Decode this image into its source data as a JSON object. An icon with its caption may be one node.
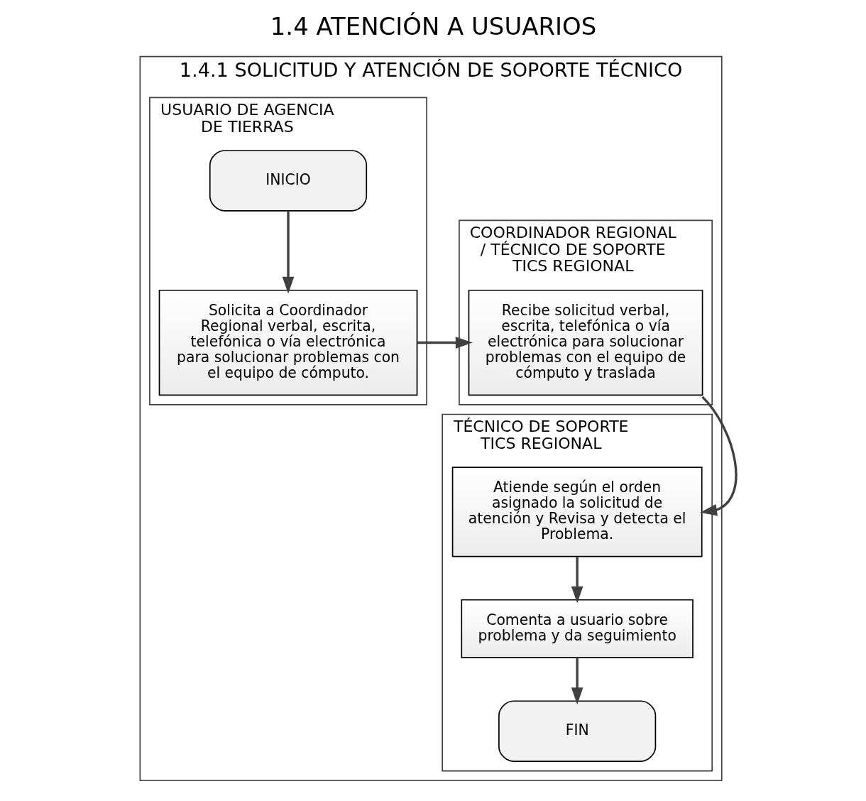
{
  "diagram": {
    "title": "1.4 ATENCIÓN A USUARIOS",
    "nodes": [
      {
        "text": [
          "1.4.1 SOLICITUD Y ATENCIÓN DE SOPORTE TÉCNICO"
        ]
      },
      {
        "text": [
          "USUARIO DE AGENCIA DE TIERRAS"
        ],
        "in": 0
      },
      {
        "text": [
          "COORDINADOR REGIONAL / TÉCNICO DE SOPORTE TICS REGIONAL"
        ],
        "in": 0
      },
      {
        "text": [
          "TÉCNICO DE SOPORTE TICS REGIONAL"
        ],
        "in": 0
      },
      {
        "text": [
          "INICIO"
        ],
        "in": 1
      },
      {
        "text": [
          "Solicita a Coordinador Regional verbal, escrita, telefónica o vía electrónica para solucionar problemas con el equipo de cómputo."
        ],
        "in": 1
      },
      {
        "text": [
          "Recibe solicitud verbal, escrita, telefónica o vía electrónica para solucionar problemas con el equipo de cómputo y traslada"
        ],
        "in": 2
      },
      {
        "text": [
          "Atiende según el orden asignado la solicitud de atención y Revisa y detecta el Problema."
        ],
        "in": 3
      },
      {
        "text": [
          "Comenta a usuario sobre problema y da seguimiento"
        ],
        "in": 3
      },
      {
        "text": [
          "FIN"
        ],
        "in": 3
      }
    ],
    "edges": [
      {
        "from": 4,
        "to": 5,
        "arrow": "to"
      },
      {
        "from": 5,
        "to": 6,
        "arrow": "to"
      },
      {
        "from": 6,
        "to": 7,
        "arrow": "to"
      },
      {
        "from": 7,
        "to": 8,
        "arrow": "to"
      },
      {
        "from": 8,
        "to": 9,
        "arrow": "to"
      }
    ]
  }
}
